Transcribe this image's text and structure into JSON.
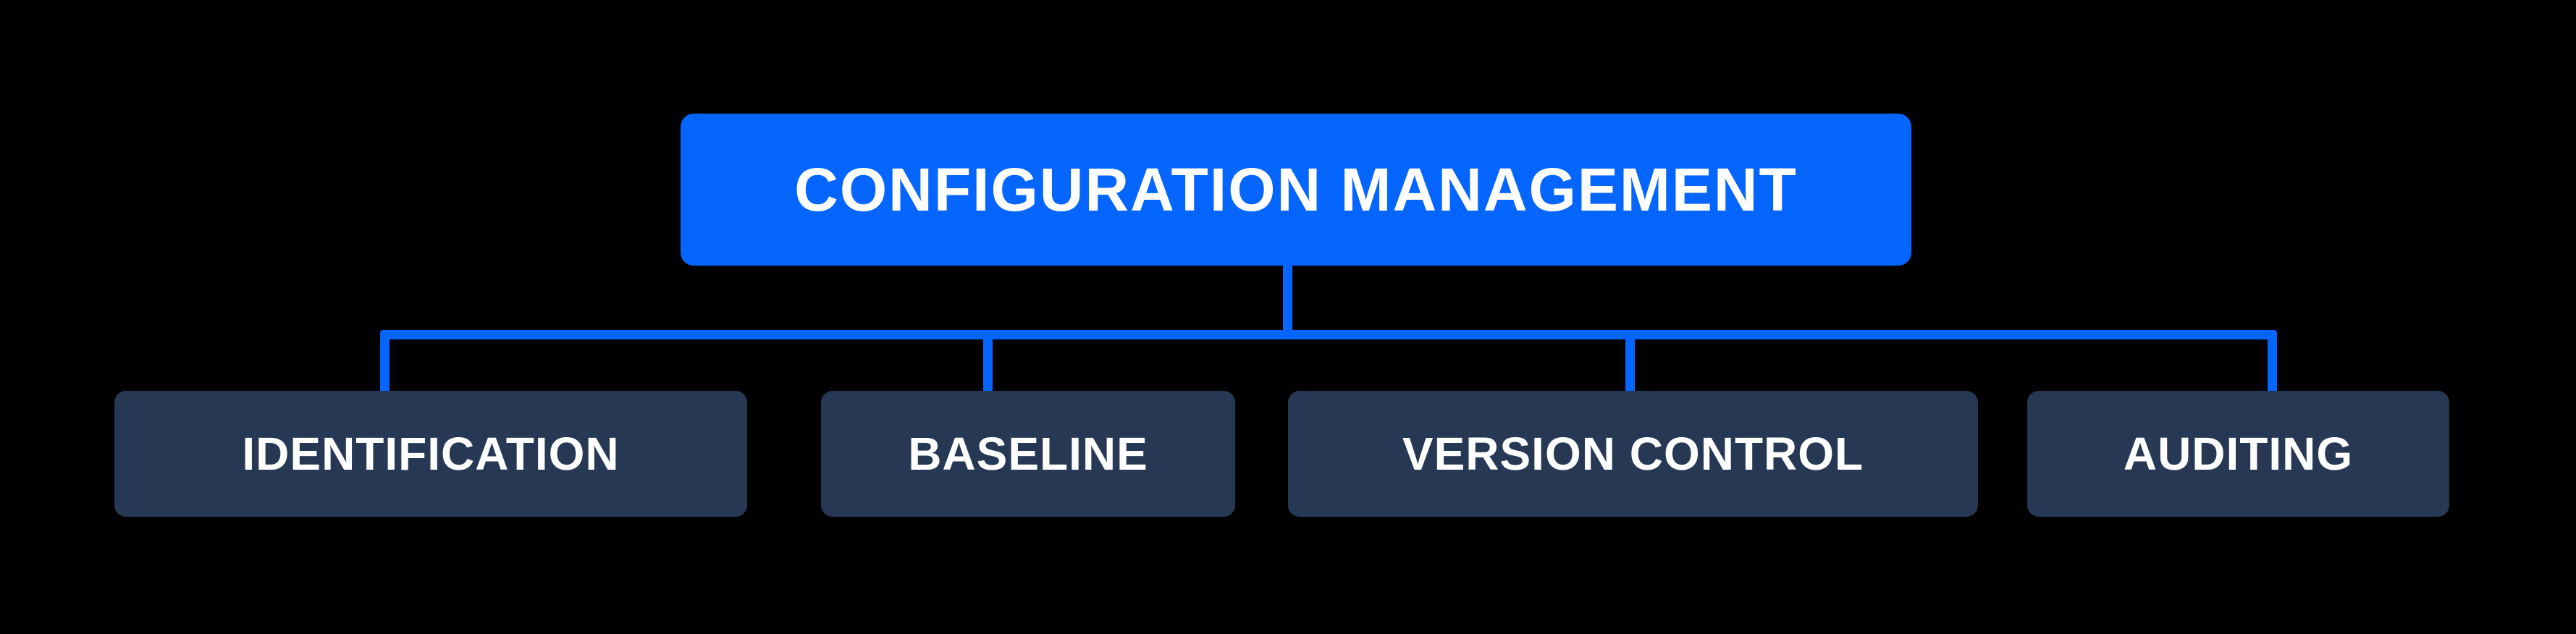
{
  "colors": {
    "background": "#000000",
    "accent_blue": "#0566FF",
    "node_navy": "#263853",
    "text_white": "#FFFFFF"
  },
  "root": {
    "label": "CONFIGURATION MANAGEMENT"
  },
  "children": [
    {
      "label": "IDENTIFICATION"
    },
    {
      "label": "BASELINE"
    },
    {
      "label": "VERSION CONTROL"
    },
    {
      "label": "AUDITING"
    }
  ]
}
